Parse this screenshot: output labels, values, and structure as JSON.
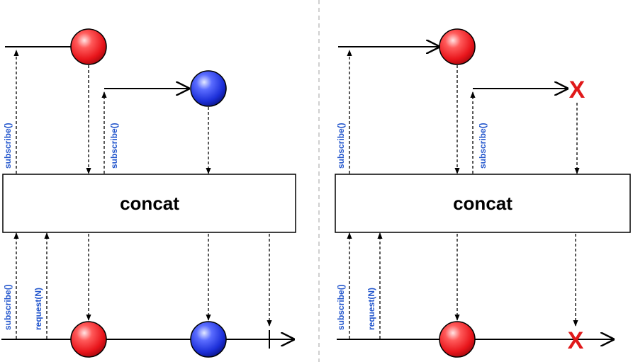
{
  "left_panel": {
    "operator_label": "concat",
    "annotations": {
      "subscribe_first": "subscribe()",
      "subscribe_second": "subscribe()",
      "subscribe_output": "subscribe()",
      "request_output": "request(N)"
    }
  },
  "right_panel": {
    "operator_label": "concat",
    "error_symbol": "X",
    "annotations": {
      "subscribe_first": "subscribe()",
      "subscribe_second": "subscribe()",
      "subscribe_output": "subscribe()",
      "request_output": "request(N)"
    }
  },
  "colors": {
    "annotation_text": "#2255cc",
    "error": "#e0191a",
    "item_red": "#e8151b",
    "item_blue": "#1c2fd8",
    "handoff_arc": "#d11a1a",
    "divider": "#b0b0b0"
  }
}
